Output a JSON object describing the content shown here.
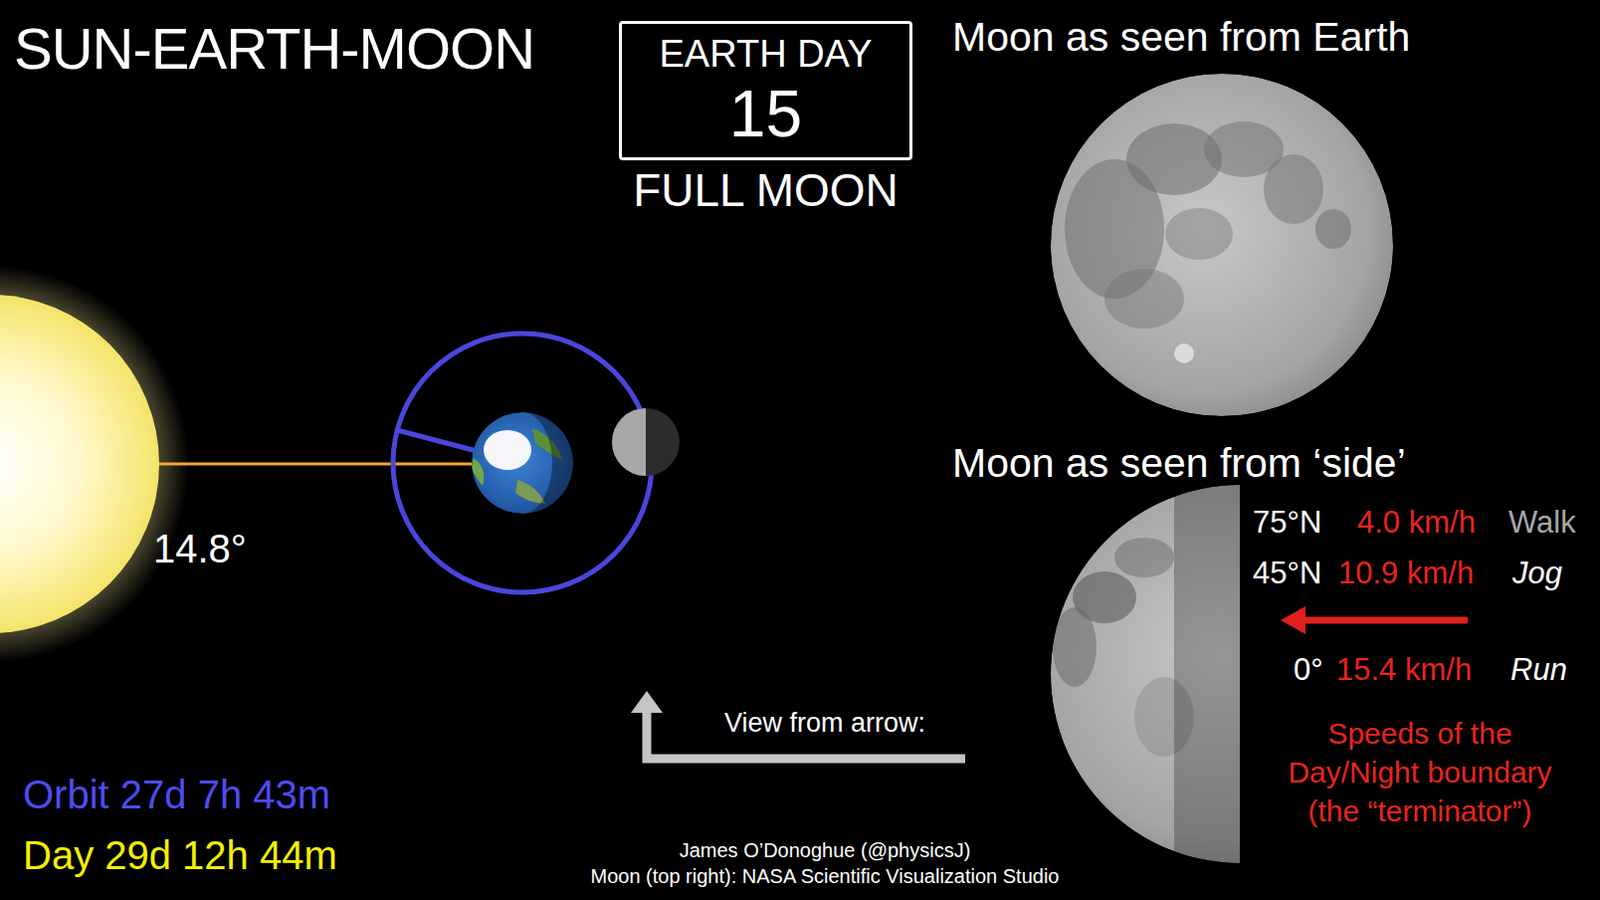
{
  "diagram": {
    "title": "SUN-EARTH-MOON",
    "nodes": [
      {
        "text": [
          "EARTH DAY",
          "15",
          "FULL MOON"
        ]
      }
    ],
    "labels": [
      "14.8°",
      "Moon as seen from Earth",
      "Moon as seen from ‘side’",
      "75°N",
      "4.0 km/h",
      "Walk",
      "45°N",
      "10.9 km/h",
      "Jog",
      "0°",
      "15.4 km/h",
      "Run",
      "Speeds of the Day/Night boundary (the “terminator”)",
      "View from arrow:",
      "Orbit 27d 7h 43m",
      "Day 29d 12h 44m",
      "James O’Donoghue (@physicsJ)",
      "Moon (top right): NASA Scientific Visualization Studio"
    ]
  }
}
